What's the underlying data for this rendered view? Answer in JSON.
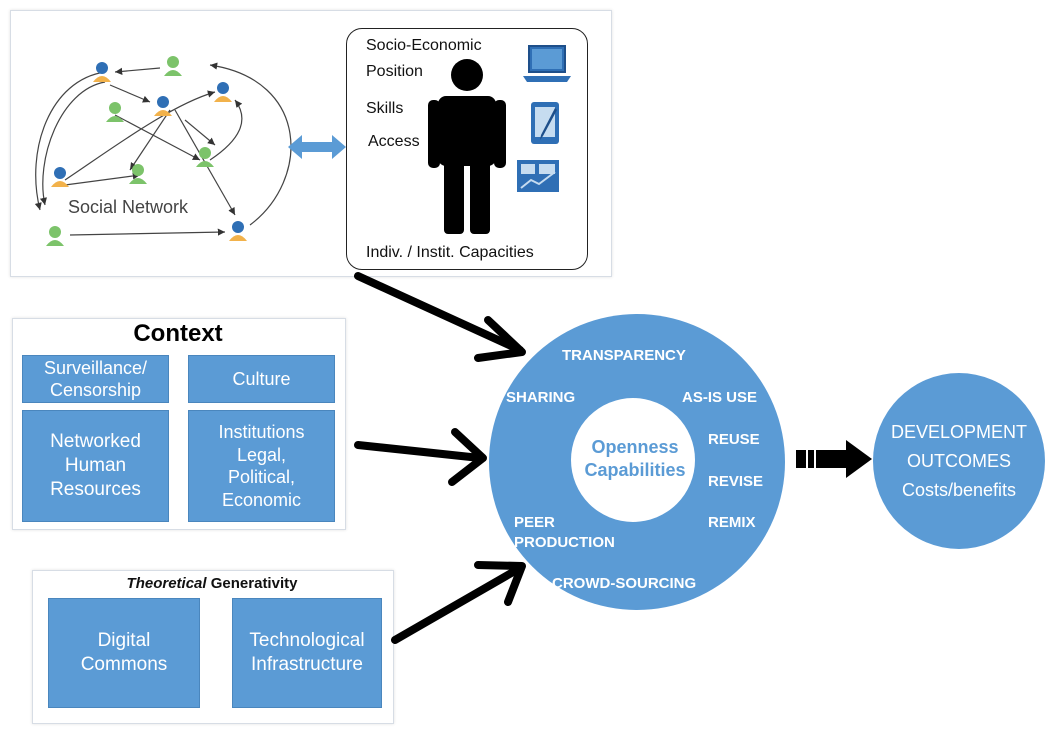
{
  "social": {
    "label": "Social Network",
    "individual": [
      "Socio-Economic",
      "Position",
      "Skills",
      "Access"
    ],
    "capacities": "Indiv. / Instit. Capacities"
  },
  "context": {
    "title": "Context",
    "boxes": [
      "Surveillance/\nCensorship",
      "Culture",
      "Networked\nHuman\nResources",
      "Institutions\nLegal,\nPolitical,\nEconomic"
    ]
  },
  "generativity": {
    "title_italic": "Theoretical",
    "title_rest": " Generativity",
    "boxes": [
      "Digital\nCommons",
      "Technological\nInfrastructure"
    ]
  },
  "openness": {
    "center": "Openness\nCapabilities",
    "labels": [
      "TRANSPARENCY",
      "SHARING",
      "AS-IS USE",
      "REUSE",
      "REVISE",
      "REMIX",
      "PEER\nPRODUCTION",
      "CROWD-SOURCING"
    ]
  },
  "outcomes": {
    "line1": "DEVELOPMENT",
    "line2": "OUTCOMES",
    "line3": "Costs/benefits"
  },
  "colors": {
    "blue": "#5b9bd5",
    "text_blue": "#5b9bd5",
    "arrow": "#000000",
    "person_blue": "#2f6fb5",
    "person_green": "#7cc36a"
  }
}
